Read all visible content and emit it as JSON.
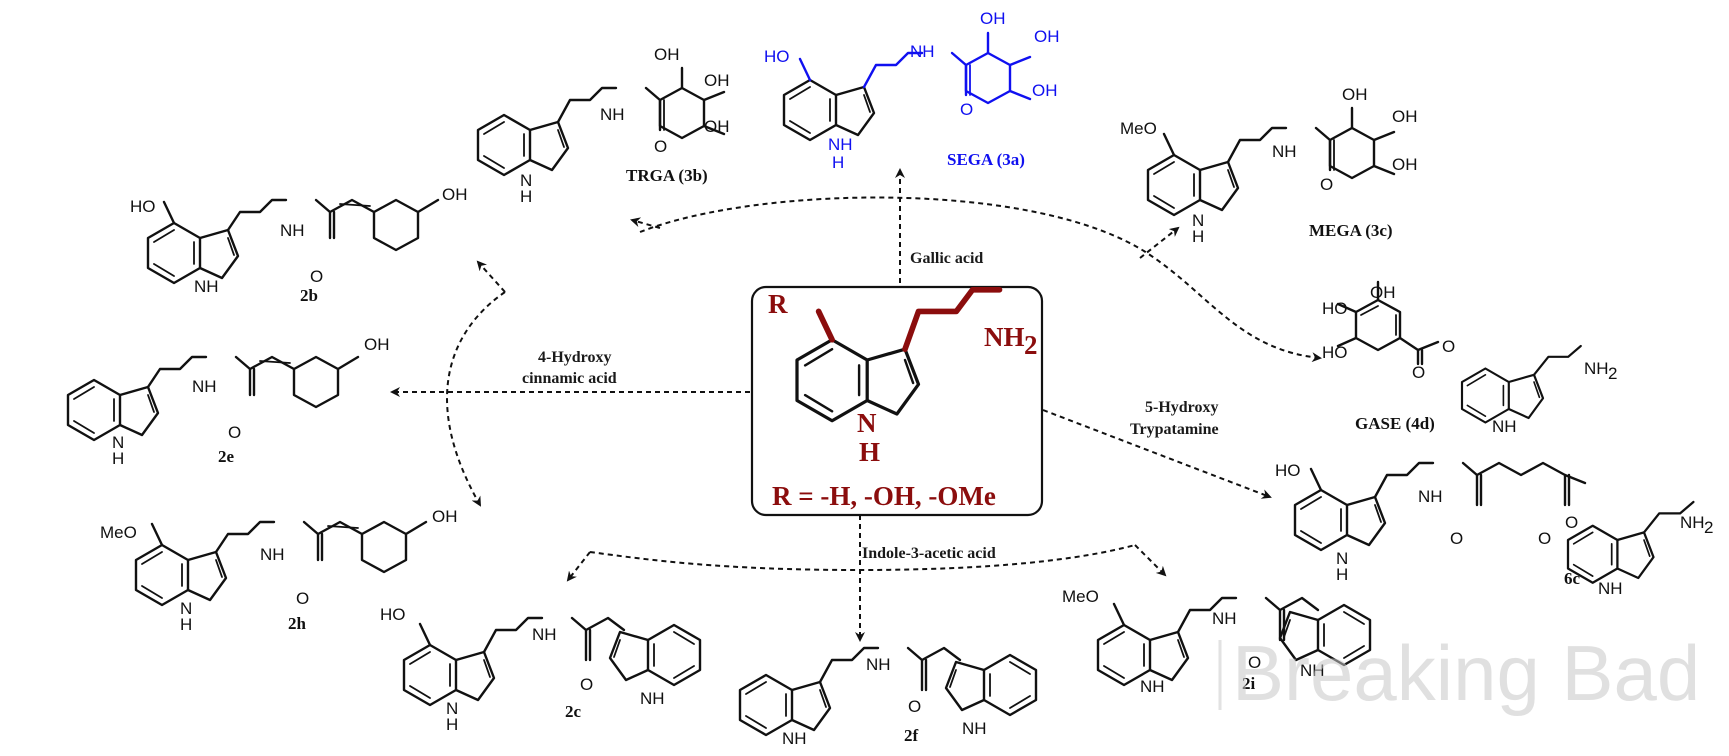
{
  "center": {
    "r_label": "R",
    "amine_label": "NH",
    "amine_subscript": "2",
    "nh_label": "N",
    "h_label": "H",
    "rgroup_text": "R = -H, -OH, -OMe"
  },
  "reagents": {
    "gallic": "Gallic acid",
    "hydroxycinnamic_1": "4-Hydroxy",
    "hydroxycinnamic_2": "cinnamic acid",
    "hydroxytrypt_1": "5-Hydroxy",
    "hydroxytrypt_2": "Trypatamine",
    "indole_acetic": "Indole-3-acetic acid"
  },
  "compounds": {
    "trga": "TRGA (3b)",
    "sega": "SEGA (3a)",
    "mega": "MEGA (3c)",
    "gase": "GASE (4d)",
    "c2b": "2b",
    "c2e": "2e",
    "c2h": "2h",
    "c2c": "2c",
    "c2f": "2f",
    "c2i": "2i",
    "c6c": "6c"
  },
  "atoms": {
    "ho": "HO",
    "oh": "OH",
    "meo": "MeO",
    "nh": "NH",
    "n": "N",
    "h": "H",
    "o": "O",
    "nh2": "NH",
    "sub2": "2"
  },
  "colors": {
    "center_accent": "#8b0d0d",
    "sega_accent": "#1010f0",
    "ink": "#111111"
  },
  "watermark": "Breaking Bad"
}
